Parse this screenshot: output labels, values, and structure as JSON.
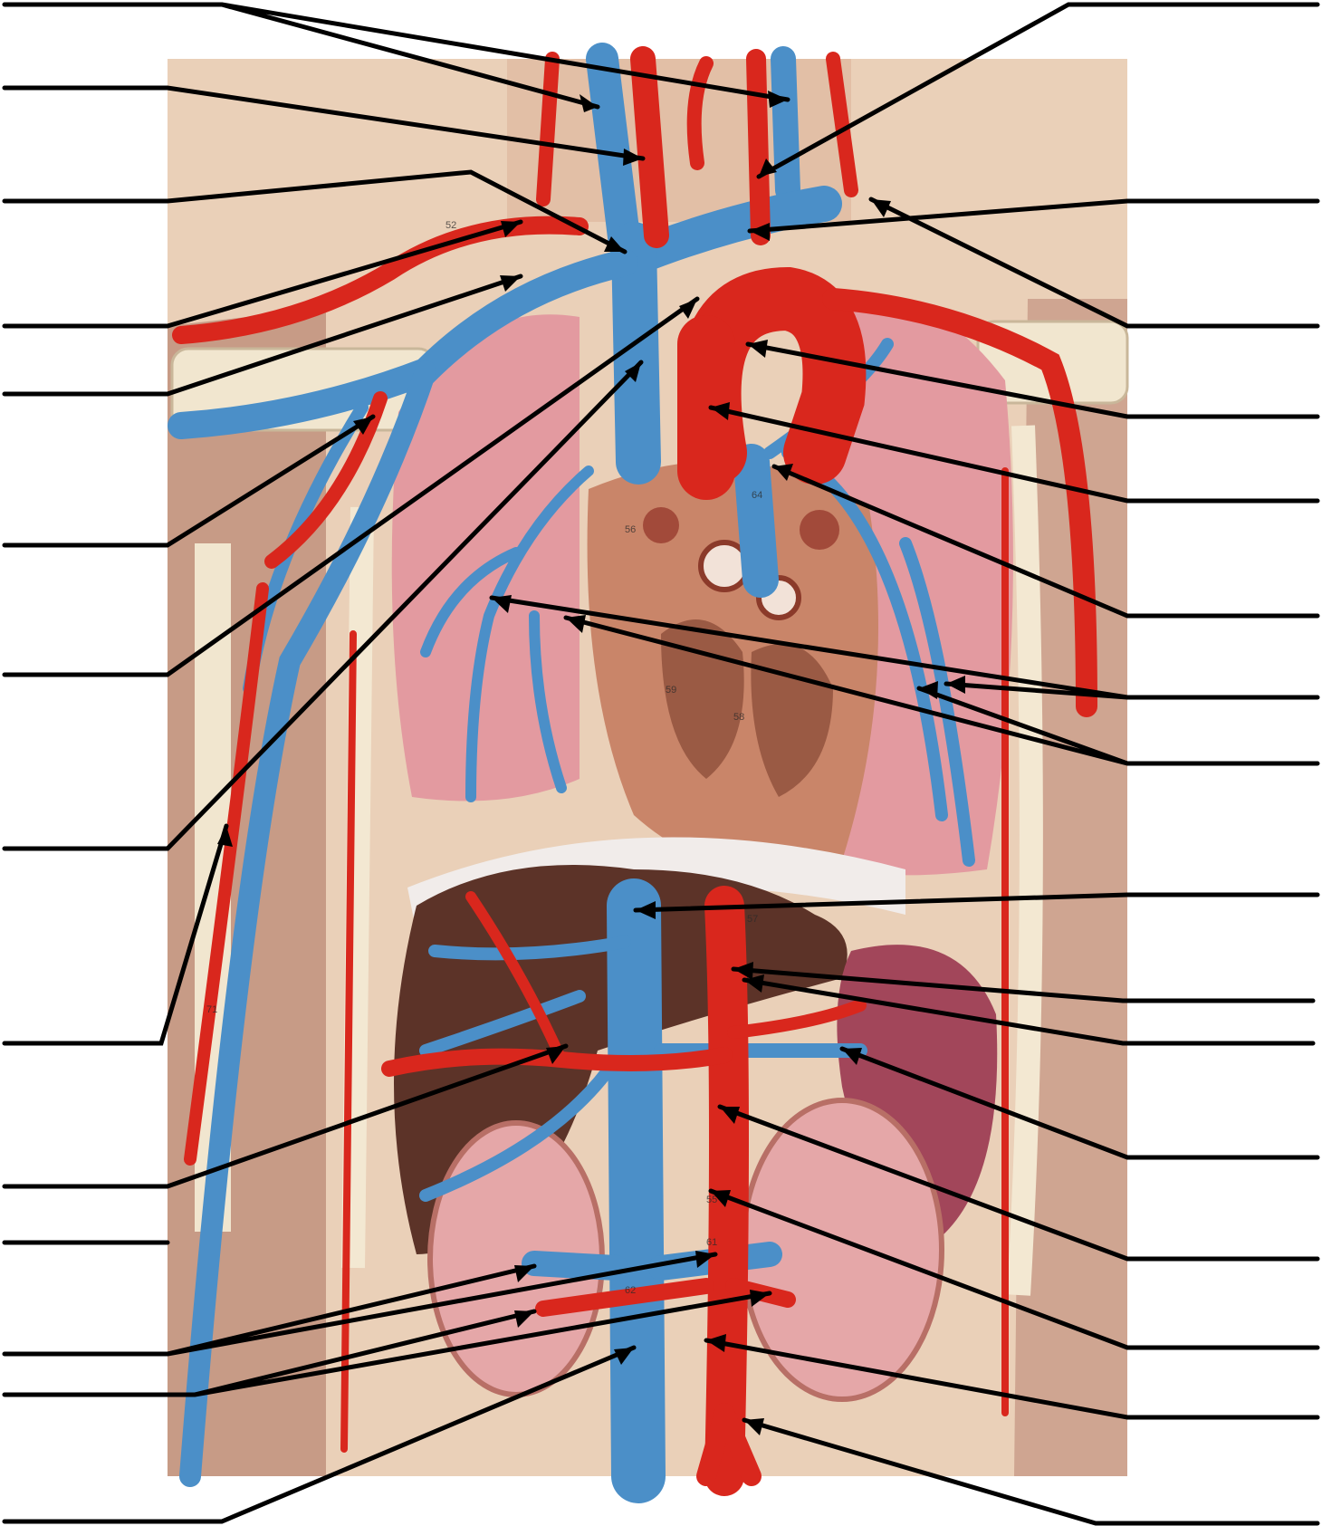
{
  "diagram": {
    "kind": "unlabeled anatomical worksheet",
    "subject": "torso model showing major arteries and veins",
    "colors": {
      "background": "#ffffff",
      "skin": "#e9c7ad",
      "muscle": "#c9a08a",
      "artery": "#d9271d",
      "vein": "#4b8fc8",
      "lung": "#e39aa0",
      "heart": "#c98569",
      "heart_chamber": "#9a5a44",
      "liver": "#5c3328",
      "kidney": "#e5a7a8",
      "spleen": "#a2465a",
      "bone": "#f1e6cf",
      "label_line": "#000000"
    },
    "model_numbers": [
      "56",
      "57",
      "58",
      "59",
      "62",
      "55",
      "61",
      "64",
      "71",
      "52"
    ]
  }
}
